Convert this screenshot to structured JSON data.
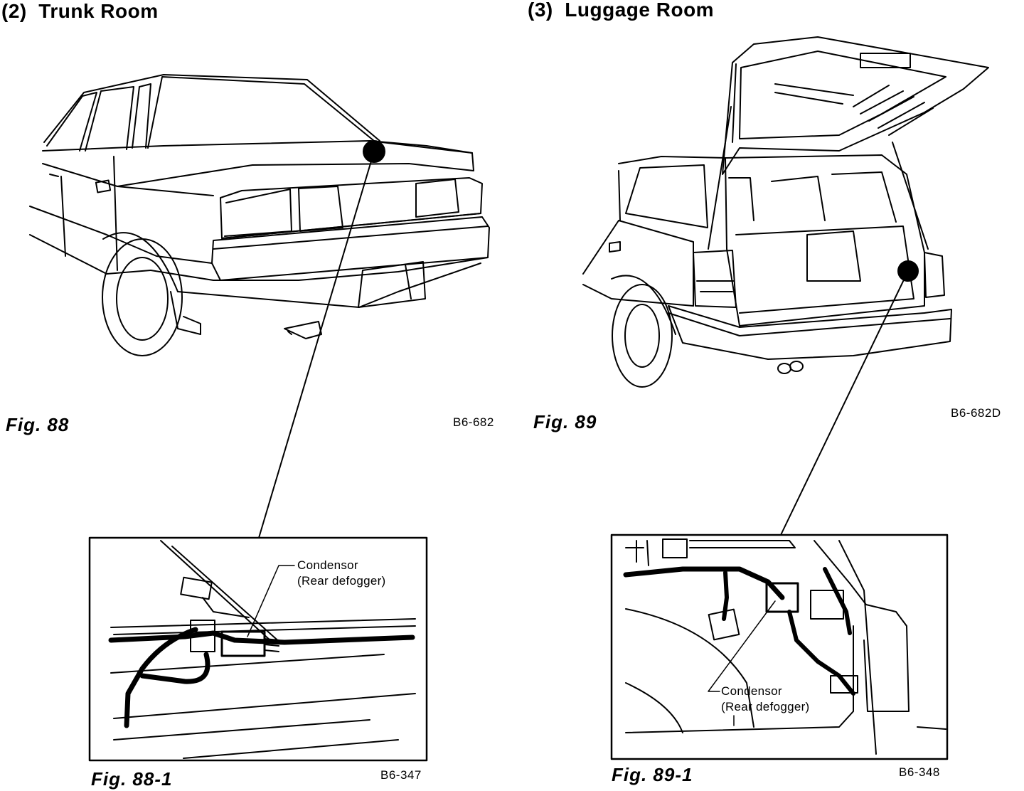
{
  "sections": {
    "trunk": {
      "number": "(2)",
      "title": "Trunk Room"
    },
    "luggage": {
      "number": "(3)",
      "title": "Luggage Room"
    }
  },
  "figures": {
    "fig88": {
      "caption": "Fig.  88",
      "code": "B6-682"
    },
    "fig89": {
      "caption": "Fig.  89",
      "code": "B6-682D"
    },
    "fig88_1": {
      "caption": "Fig.  88-1",
      "code": "B6-347",
      "callout_line1": "Condensor",
      "callout_line2": "(Rear defogger)"
    },
    "fig89_1": {
      "caption": "Fig.  89-1",
      "code": "B6-348",
      "callout_line1": "Condensor",
      "callout_line2": "(Rear defogger)"
    }
  },
  "colors": {
    "ink": "#000000",
    "paper": "#ffffff"
  }
}
